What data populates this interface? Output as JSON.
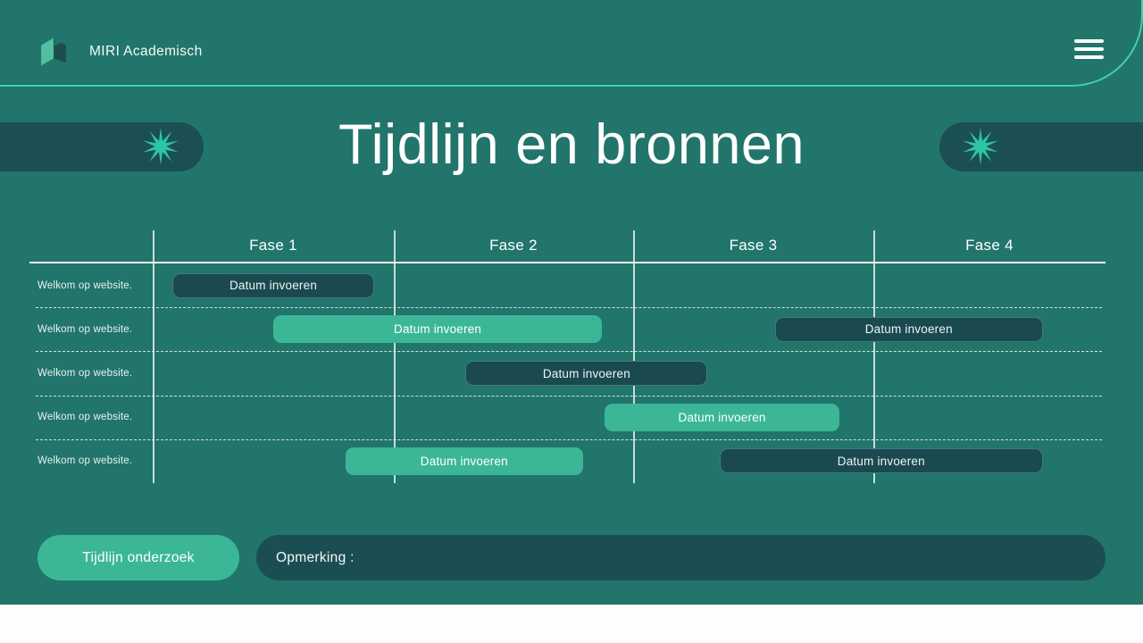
{
  "header": {
    "brand_name": "MIRI Academisch"
  },
  "page": {
    "title": "Tijdlijn en bronnen"
  },
  "footer": {
    "button_label": "Tijdlijn onderzoek",
    "note_label": "Opmerking :"
  },
  "colors": {
    "slide_background": "#21756a",
    "dark_teal_pill": "#1b4e53",
    "bar_dark": "#1a4a50",
    "bar_light": "#3bb798",
    "accent_green": "#3bb798",
    "star_green": "#2cc7a2",
    "header_line": "#41d1ac",
    "text_white": "#ffffff"
  },
  "icons": {
    "logo": "open-book-logo-icon",
    "menu": "hamburger-icon",
    "decor": "starburst-icon"
  },
  "chart_data": {
    "type": "table",
    "subtype": "gantt-timeline",
    "title": "Tijdlijn en bronnen",
    "columns": [
      "Fase 1",
      "Fase 2",
      "Fase 3",
      "Fase 4"
    ],
    "x_unit": "phase (0 = start of Fase 1, 4 = end of Fase 4)",
    "grid": "dashed row separators, solid header rule, vertical phase dividers",
    "rows": [
      {
        "label": "Welkom op website.",
        "bars": [
          {
            "text": "Datum invoeren",
            "style": "dark",
            "phase_start": 0.08,
            "phase_end": 0.92
          }
        ]
      },
      {
        "label": "Welkom op website.",
        "bars": [
          {
            "text": "Datum invoeren",
            "style": "light",
            "phase_start": 0.5,
            "phase_end": 1.87
          },
          {
            "text": "Datum invoeren",
            "style": "dark",
            "phase_start": 2.59,
            "phase_end": 3.73
          }
        ]
      },
      {
        "label": "Welkom op website.",
        "bars": [
          {
            "text": "Datum invoeren",
            "style": "dark",
            "phase_start": 1.3,
            "phase_end": 2.31
          }
        ]
      },
      {
        "label": "Welkom op website.",
        "bars": [
          {
            "text": "Datum invoeren",
            "style": "light",
            "phase_start": 1.88,
            "phase_end": 2.86
          }
        ]
      },
      {
        "label": "Welkom op website.",
        "bars": [
          {
            "text": "Datum invoeren",
            "style": "light",
            "phase_start": 0.8,
            "phase_end": 1.79
          },
          {
            "text": "Datum invoeren",
            "style": "dark",
            "phase_start": 2.36,
            "phase_end": 3.73
          }
        ]
      }
    ]
  }
}
